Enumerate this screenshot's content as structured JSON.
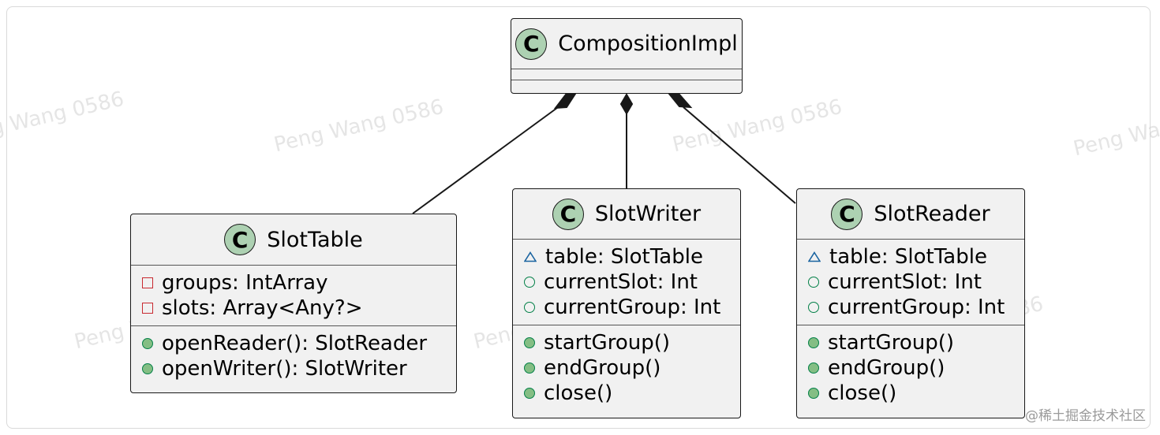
{
  "watermark": "Peng Wang 0586",
  "credit": "@稀土掘金技术社区",
  "stereotype_letter": "C",
  "classes": {
    "composition": {
      "name": "CompositionImpl"
    },
    "slot_table": {
      "name": "SlotTable",
      "fields": [
        {
          "vis": "private",
          "text": "groups: IntArray"
        },
        {
          "vis": "private",
          "text": "slots: Array<Any?>"
        }
      ],
      "methods": [
        {
          "vis": "public",
          "text": "openReader(): SlotReader"
        },
        {
          "vis": "public",
          "text": "openWriter(): SlotWriter"
        }
      ]
    },
    "slot_writer": {
      "name": "SlotWriter",
      "fields": [
        {
          "vis": "package",
          "text": "table: SlotTable"
        },
        {
          "vis": "public",
          "text": "currentSlot: Int"
        },
        {
          "vis": "public",
          "text": "currentGroup: Int"
        }
      ],
      "methods": [
        {
          "vis": "public",
          "text": "startGroup()"
        },
        {
          "vis": "public",
          "text": "endGroup()"
        },
        {
          "vis": "public",
          "text": "close()"
        }
      ]
    },
    "slot_reader": {
      "name": "SlotReader",
      "fields": [
        {
          "vis": "package",
          "text": "table: SlotTable"
        },
        {
          "vis": "public",
          "text": "currentSlot: Int"
        },
        {
          "vis": "public",
          "text": "currentGroup: Int"
        }
      ],
      "methods": [
        {
          "vis": "public",
          "text": "startGroup()"
        },
        {
          "vis": "public",
          "text": "endGroup()"
        },
        {
          "vis": "public",
          "text": "close()"
        }
      ]
    }
  },
  "relations": [
    {
      "type": "composition",
      "from": "composition",
      "to": "slot_table"
    },
    {
      "type": "composition",
      "from": "composition",
      "to": "slot_writer"
    },
    {
      "type": "composition",
      "from": "composition",
      "to": "slot_reader"
    }
  ],
  "colors": {
    "class_fill": "#f1f1f1",
    "stereotype_fill": "#add1b2",
    "private_marker": "#c82930",
    "public_marker": "#038048",
    "package_marker": "#1963a0",
    "line": "#181818"
  }
}
